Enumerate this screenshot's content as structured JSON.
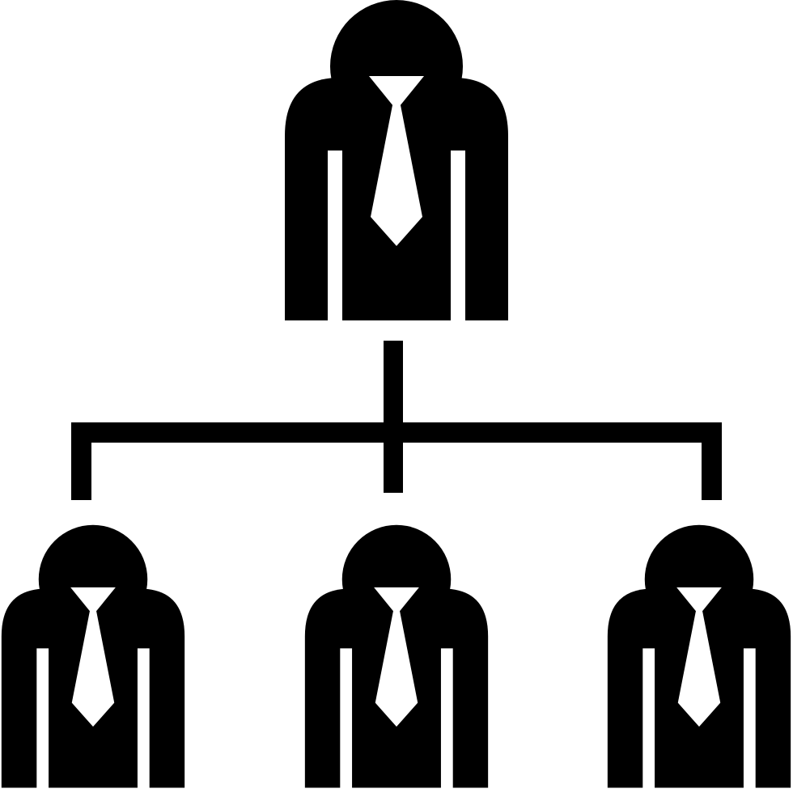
{
  "colors": {
    "background": "#ffffff",
    "ink": "#000000"
  },
  "icon": "org-chart-hierarchy-icon",
  "people": [
    {
      "role": "manager",
      "icon": "businessman-icon"
    },
    {
      "role": "subordinate",
      "icon": "businessman-icon"
    },
    {
      "role": "subordinate",
      "icon": "businessman-icon"
    },
    {
      "role": "subordinate",
      "icon": "businessman-icon"
    }
  ]
}
